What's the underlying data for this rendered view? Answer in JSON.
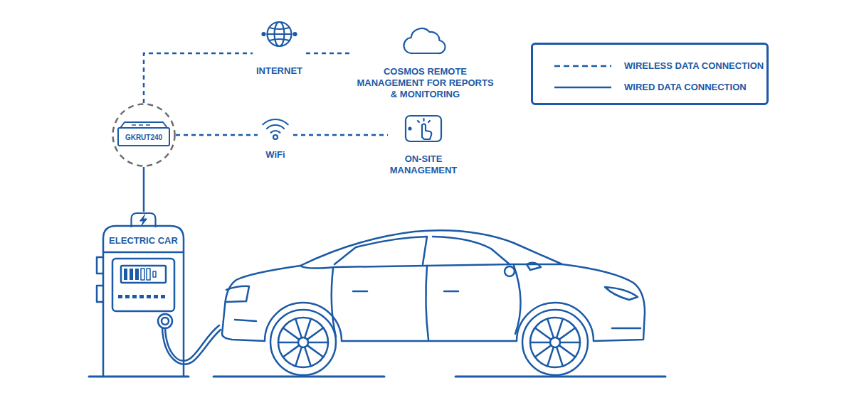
{
  "diagram": {
    "nodes": [
      {
        "text": [
          "INTERNET"
        ]
      },
      {
        "text": [
          "COSMOS REMOTE MANAGEMENT FOR REPORTS & MONITORING"
        ]
      },
      {
        "text": [
          "GKRUT240"
        ]
      },
      {
        "text": [
          "WiFi"
        ]
      },
      {
        "text": [
          "ON-SITE MANAGEMENT"
        ]
      },
      {
        "text": [
          "ELECTRIC CAR"
        ]
      }
    ],
    "edges": [
      {
        "from": 2,
        "to": 0,
        "arrow": "none"
      },
      {
        "from": 0,
        "to": 1,
        "arrow": "none"
      },
      {
        "from": 2,
        "to": 3,
        "arrow": "none"
      },
      {
        "from": 3,
        "to": 4,
        "arrow": "none"
      },
      {
        "from": 2,
        "to": 5,
        "arrow": "none"
      }
    ],
    "legend": [
      {
        "text": "WIRELESS DATA CONNECTION"
      },
      {
        "text": "WIRED DATA CONNECTION"
      }
    ]
  }
}
